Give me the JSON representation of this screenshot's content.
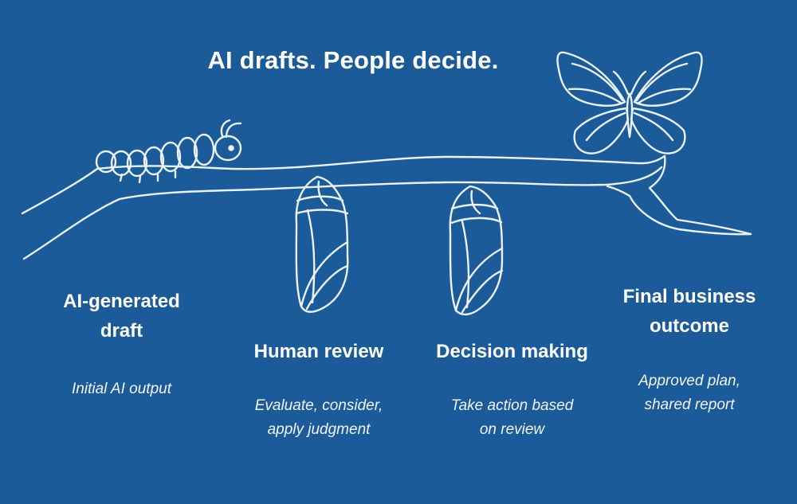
{
  "title": "AI drafts. People decide.",
  "stages": [
    {
      "heading_line1": "AI-generated",
      "heading_line2": "draft",
      "desc_line1": "Initial AI output",
      "desc_line2": ""
    },
    {
      "heading_line1": "Human review",
      "heading_line2": "",
      "desc_line1": "Evaluate, consider,",
      "desc_line2": "apply judgment"
    },
    {
      "heading_line1": "Decision making",
      "heading_line2": "",
      "desc_line1": "Take action based",
      "desc_line2": "on review"
    },
    {
      "heading_line1": "Final business",
      "heading_line2": "outcome",
      "desc_line1": "Approved plan,",
      "desc_line2": "shared report"
    }
  ],
  "colors": {
    "background": "#1c5b99",
    "line_art": "#eaf2fb",
    "text": "#ffffff"
  },
  "icons": [
    "caterpillar-icon",
    "chrysalis-icon",
    "butterfly-icon",
    "branch-icon"
  ]
}
